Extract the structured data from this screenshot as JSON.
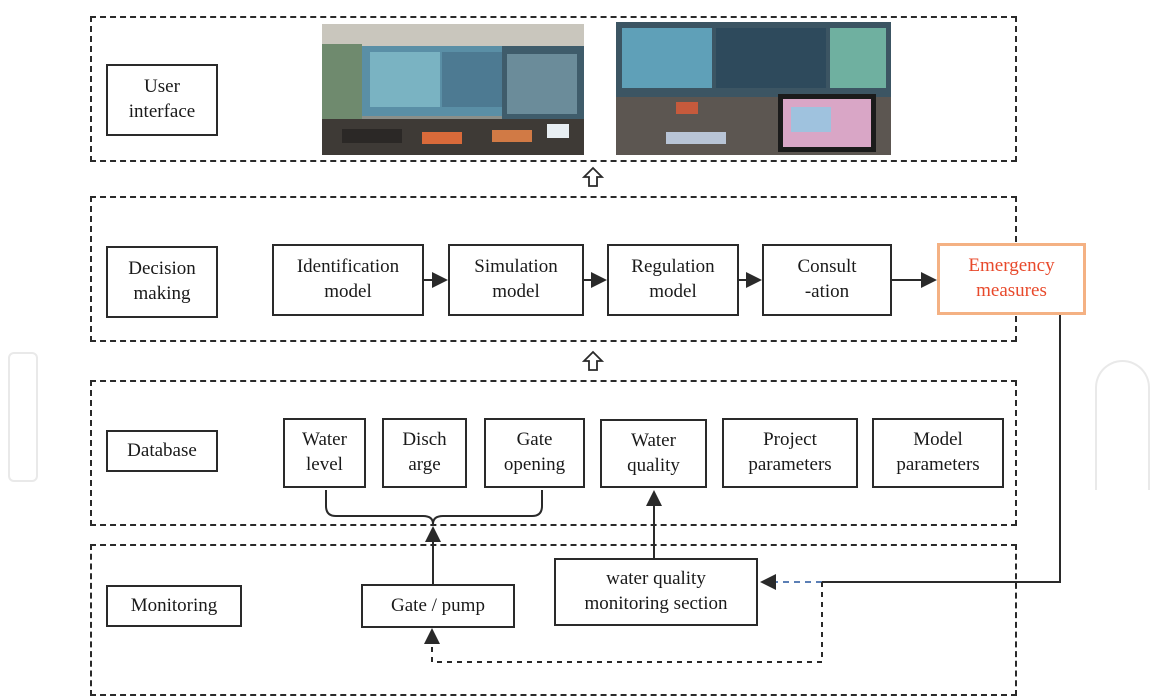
{
  "layers": {
    "ui_label": "User\ninterface",
    "decision_label": "Decision\nmaking",
    "database_label": "Database",
    "monitoring_label": "Monitoring"
  },
  "decision_models": [
    "Identification\nmodel",
    "Simulation\nmodel",
    "Regulation\nmodel",
    "Consult\n-ation"
  ],
  "emergency": "Emergency\nmeasures",
  "database_items": [
    "Water\nlevel",
    "Disch\narge",
    "Gate\nopening",
    "Water\nquality",
    "Project\nparameters",
    "Model\nparameters"
  ],
  "monitoring_items": {
    "gate_pump": "Gate / pump",
    "water_quality_section": "water quality\nmonitoring section"
  },
  "colors": {
    "emergency_text": "#e8492b",
    "emergency_border": "#f4b183",
    "dashed_feedback": "#5b7fb5",
    "line": "#2a2a2a"
  }
}
